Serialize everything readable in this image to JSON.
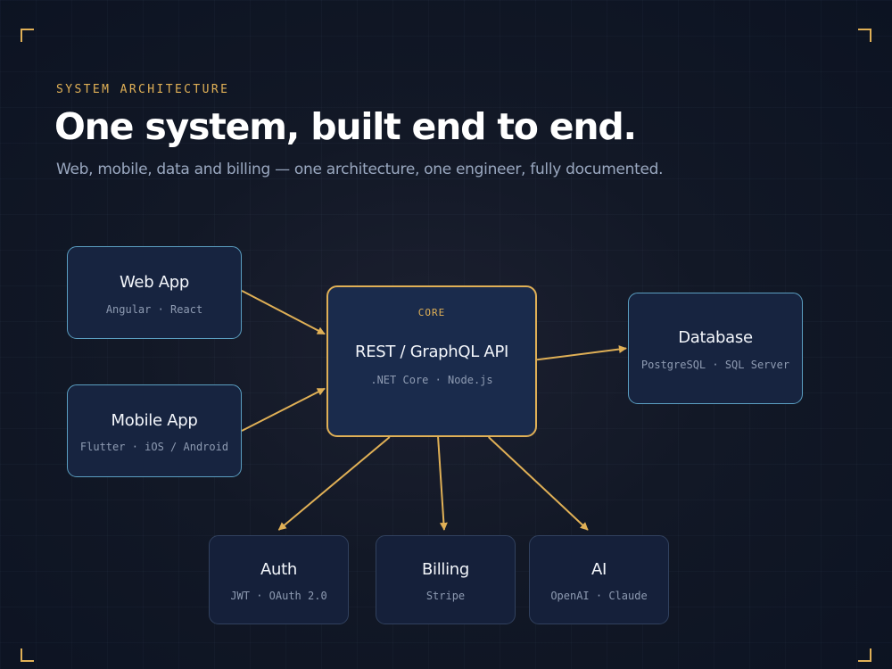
{
  "header": {
    "eyebrow": "SYSTEM ARCHITECTURE",
    "title": "One system, built end to end.",
    "subtitle": "Web, mobile, data and billing — one architecture, one engineer, fully documented."
  },
  "colors": {
    "accent": "#e0b056",
    "client_border": "#5b9fc2",
    "node_fill": "#172440",
    "background": "#121826"
  },
  "nodes": {
    "web_app": {
      "title": "Web App",
      "sub": "Angular · React"
    },
    "mobile_app": {
      "title": "Mobile App",
      "sub": "Flutter · iOS / Android"
    },
    "core": {
      "tag": "CORE",
      "title": "REST / GraphQL API",
      "sub": ".NET Core · Node.js"
    },
    "database": {
      "title": "Database",
      "sub": "PostgreSQL · SQL Server"
    },
    "auth": {
      "title": "Auth",
      "sub": "JWT · OAuth 2.0"
    },
    "billing": {
      "title": "Billing",
      "sub": "Stripe"
    },
    "ai": {
      "title": "AI",
      "sub": "OpenAI · Claude"
    }
  },
  "edges": [
    {
      "from": "web_app",
      "to": "core"
    },
    {
      "from": "mobile_app",
      "to": "core"
    },
    {
      "from": "core",
      "to": "database"
    },
    {
      "from": "core",
      "to": "auth"
    },
    {
      "from": "core",
      "to": "billing"
    },
    {
      "from": "core",
      "to": "ai"
    }
  ]
}
